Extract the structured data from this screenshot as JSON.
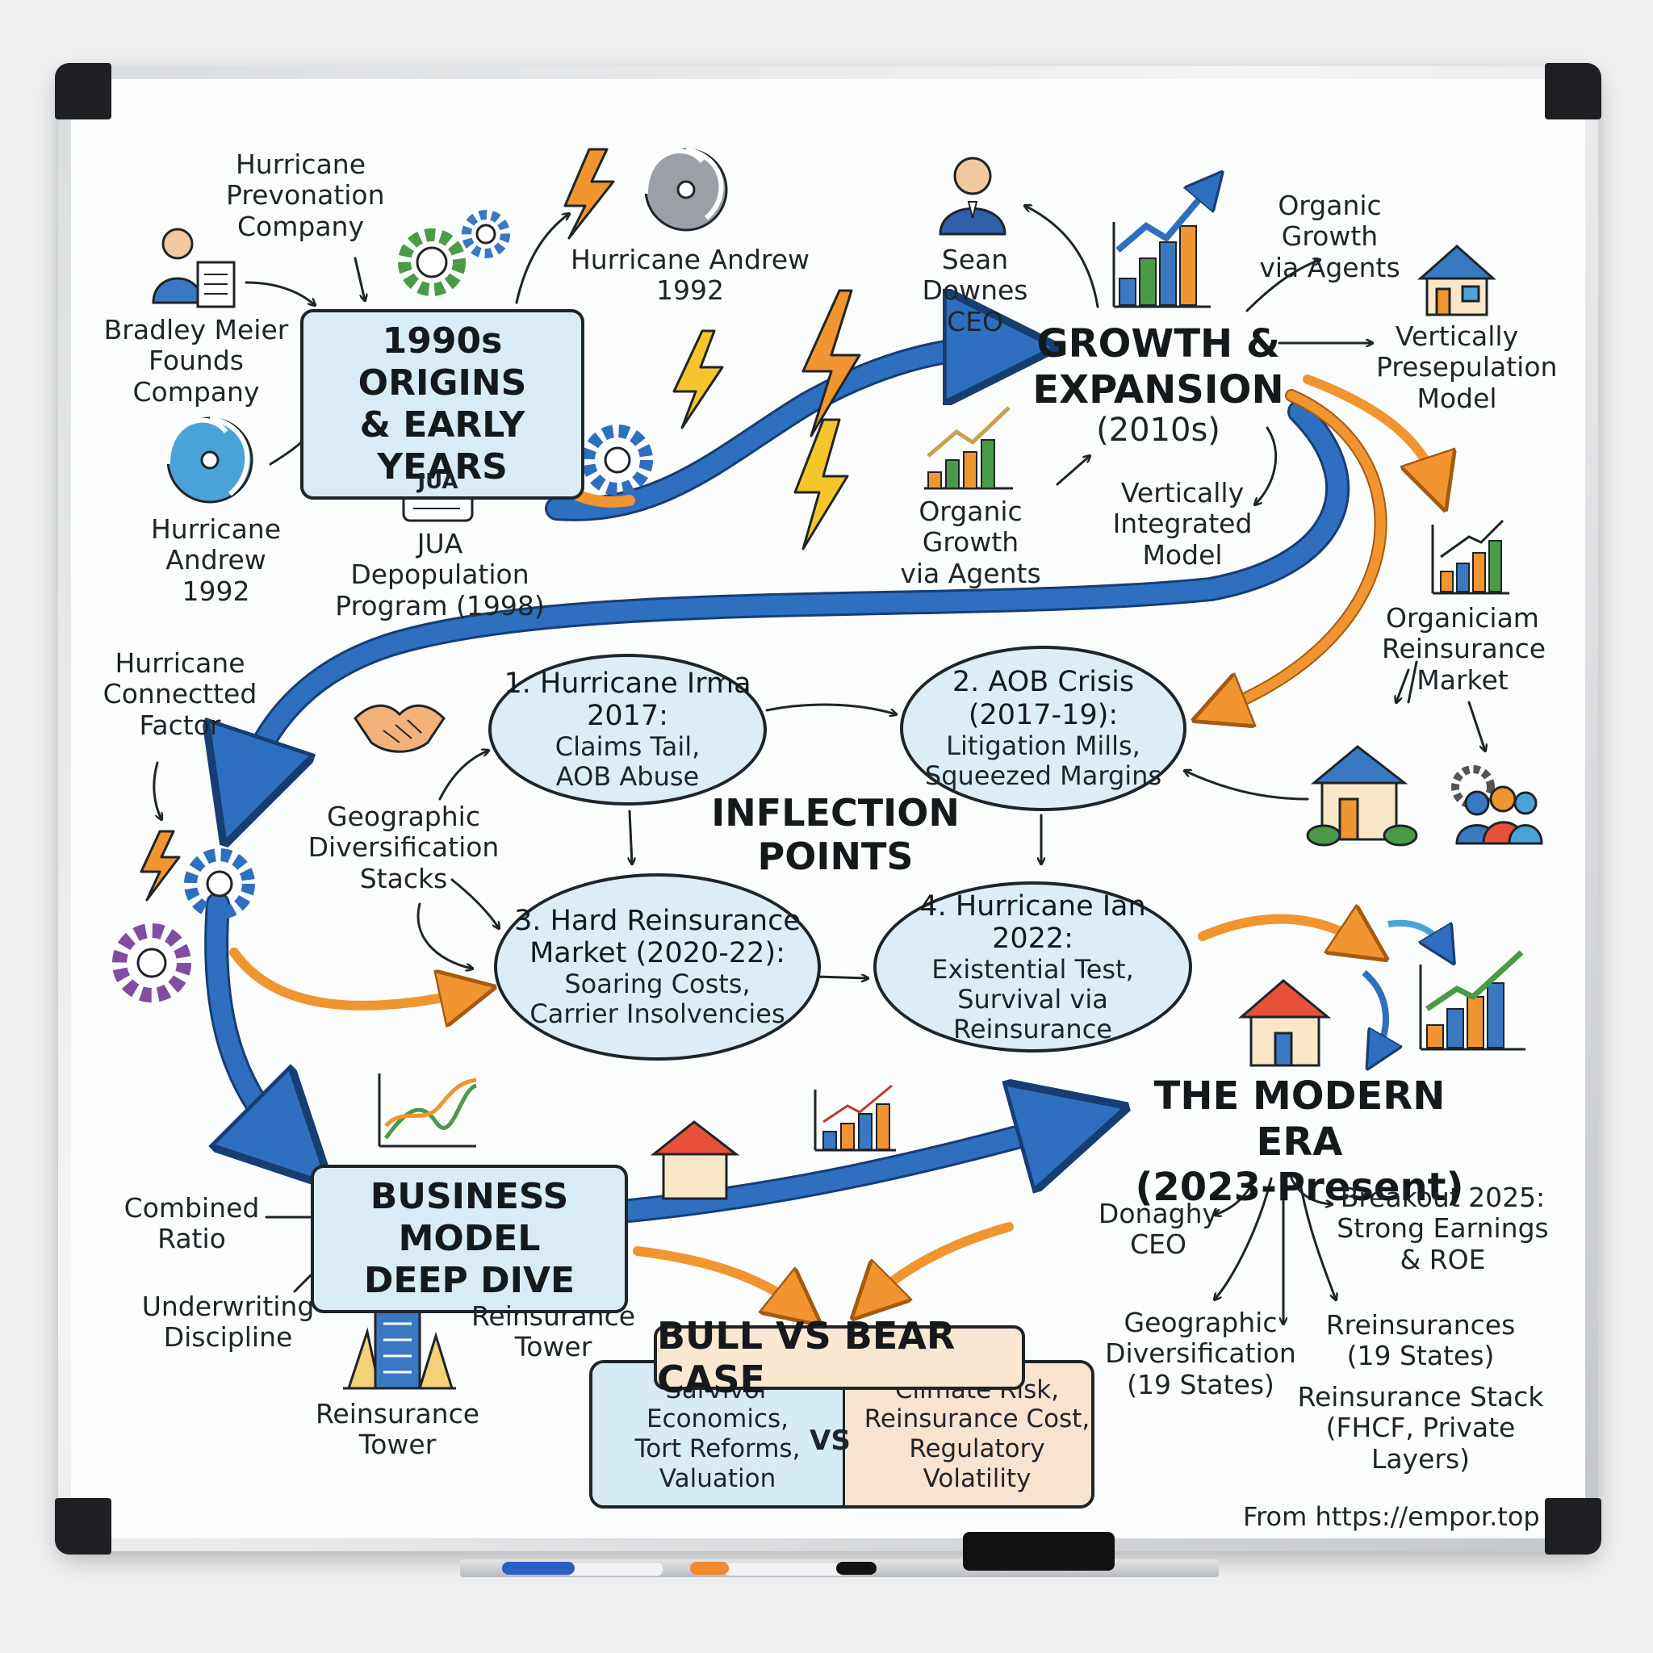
{
  "origins": {
    "title": "1990s ORIGINS\n& EARLY YEARS",
    "hpc": "Hurricane\nPrevonation\nCompany",
    "founder": "Bradley Meier\nFounds Company",
    "andrew_left": "Hurricane\nAndrew 1992",
    "andrew_top": "Hurricane Andrew\n1992",
    "jua": "JUA Depopulation\nProgram (1998)",
    "jua_icon_label": "JUA"
  },
  "growth": {
    "title": "GROWTH &\nEXPANSION",
    "subtitle": "(2010s)",
    "ceo": "Sean Downes\nCEO",
    "organic_top": "Organic Growth\nvia Agents",
    "vertical_right": "Vertically\nPresepulation\nModel",
    "organic_mid": "Organic Growth\nvia Agents",
    "vertical_mid": "Vertically\nIntegrated\nModel",
    "reinsurance_market": "Organiciam\nReinsurance\nMarket"
  },
  "inflection": {
    "title": "INFLECTION\nPOINTS",
    "connected_factor": "Hurricane\nConnectted\nFactor",
    "geo_stacks": "Geographic\nDiversification\nStacks",
    "nodes": [
      {
        "title": "1. Hurricane Irma\n2017:",
        "body": "Claims Tail,\nAOB Abuse"
      },
      {
        "title": "2. AOB Crisis\n(2017-19):",
        "body": "Litigation Mills,\nSqueezed Margins"
      },
      {
        "title": "3. Hard Reinsurance\nMarket (2020-22):",
        "body": "Soaring Costs,\nCarrier Insolvencies"
      },
      {
        "title": "4. Hurricane Ian 2022:",
        "body": "Existential Test,\nSurvival via\nReinsurance"
      }
    ]
  },
  "business": {
    "title": "BUSINESS MODEL\nDEEP DIVE",
    "combined_ratio": "Combined\nRatio",
    "underwriting": "Underwriting\nDiscipline",
    "reins_tower_top": "Reinsurance\nTower",
    "reins_tower_bottom": "Reinsurance\nTower"
  },
  "bullbear": {
    "title": "BULL VS BEAR CASE",
    "bull": "Survivor Economics,\nTort Reforms,\nValuation",
    "vs": "VS",
    "bear": "Climate Risk,\nReinsurance Cost,\nRegulatory Volatility"
  },
  "modern": {
    "title": "THE MODERN ERA\n(2023-Present)",
    "ceo": "Donaghy\nCEO",
    "breakout": "Breakout 2025:\nStrong Earnings\n& ROE",
    "geo": "Geographic\nDiversification\n(19 States)",
    "reins_states": "Rreinsurances\n(19 States)",
    "reins_stack": "Reinsurance Stack\n(FHCF, Private Layers)"
  },
  "credit": "From https://empor.top",
  "colors": {
    "blue_arrow": "#2f6fbf",
    "orange_arrow": "#f0952f",
    "node_fill": "#dcedf6",
    "bear_fill": "#f8e3cf",
    "ink": "#1f2428"
  },
  "icons": [
    "businessman-icon",
    "gear-icon",
    "lightning-icon",
    "hurricane-icon",
    "calendar-icon",
    "bar-chart-icon",
    "house-icon",
    "handshake-icon",
    "people-icon",
    "building-icon",
    "line-chart-icon"
  ]
}
